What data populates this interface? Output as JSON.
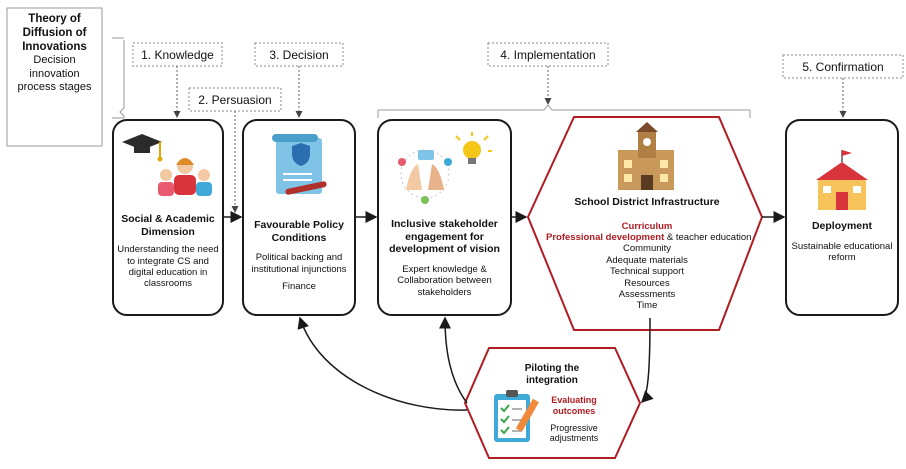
{
  "theory": {
    "title_lines": [
      "Theory of",
      "Diffusion of",
      "Innovations"
    ],
    "sub_lines": [
      "Decision",
      "innovation",
      "process stages"
    ]
  },
  "stages": {
    "knowledge": "1. Knowledge",
    "persuasion": "2. Persuasion",
    "decision": "3. Decision",
    "implementation": "4. Implementation",
    "confirmation": "5. Confirmation"
  },
  "boxes": {
    "social": {
      "title": "Social & Academic Dimension",
      "body": "Understanding the need to integrate CS and digital education in classrooms"
    },
    "policy": {
      "title": "Favourable Policy Conditions",
      "body": "Political backing and institutional injunctions",
      "extra": "Finance"
    },
    "stakeholder": {
      "title": "Inclusive stakeholder engagement for development of vision",
      "body": "Expert knowledge & Collaboration between stakeholders"
    },
    "infrastructure": {
      "title": "School District Infrastructure",
      "curriculum": "Curriculum",
      "prof_dev": "Professional development",
      "prof_dev_suffix": " & teacher education",
      "items": [
        "Community",
        "Adequate materials",
        "Technical support",
        "Resources",
        "Assessments",
        "Time"
      ]
    },
    "deployment": {
      "title": "Deployment",
      "body": "Sustainable educational reform"
    },
    "piloting": {
      "title": "Piloting the integration",
      "evaluating": "Evaluating outcomes",
      "body": "Progressive adjustments"
    }
  },
  "colors": {
    "accent_red": "#b01c22",
    "box_border": "#1a1a1a",
    "dotted": "#8a8a8a"
  },
  "icons": {
    "social": "graduation-people-icon",
    "policy": "policy-document-icon",
    "stakeholder": "hands-lightbulb-icon",
    "infrastructure": "school-building-icon",
    "deployment": "school-icon",
    "piloting": "checklist-pencil-icon"
  }
}
